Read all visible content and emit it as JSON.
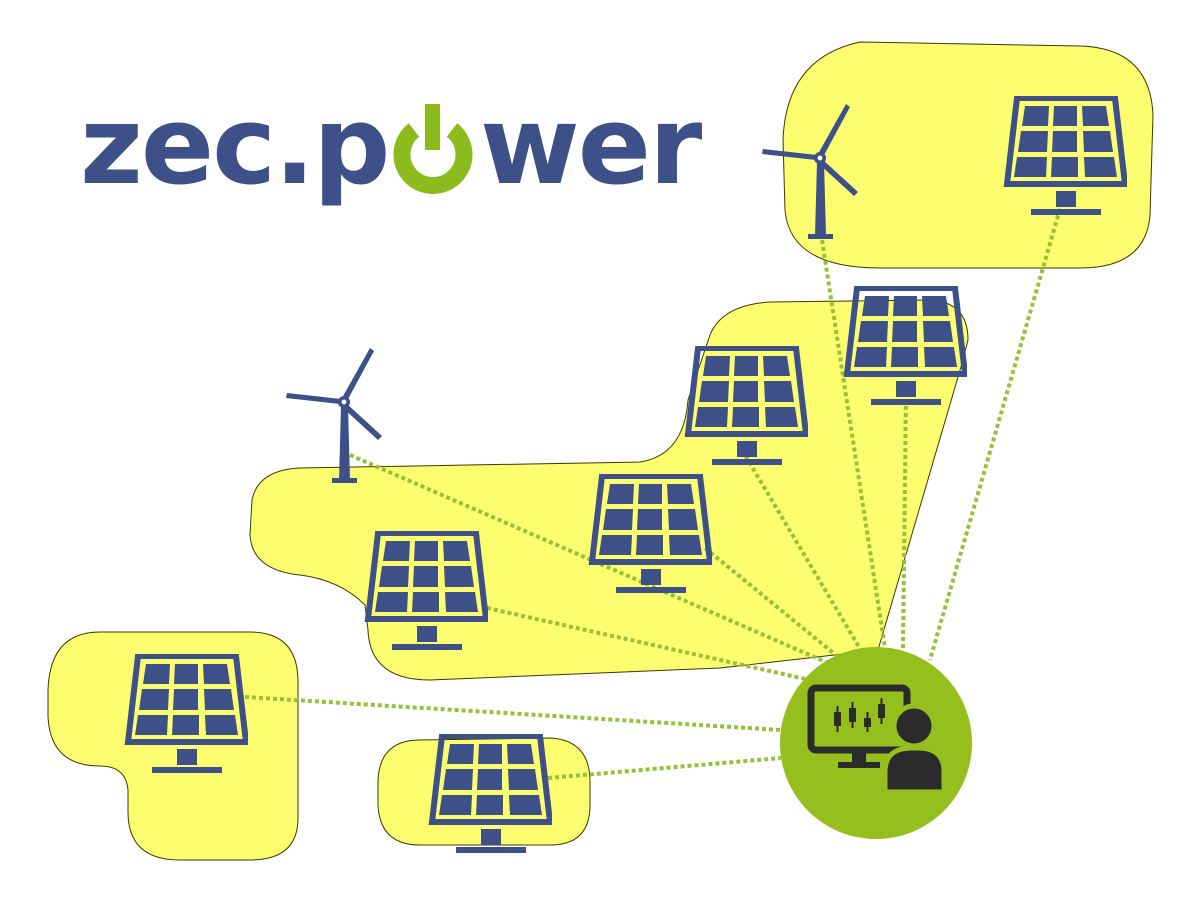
{
  "brand": {
    "name_part1": "zec.p",
    "name_part2": "wer",
    "logo_icon": "power-symbol-icon",
    "text_color": "#3d5088",
    "accent_color": "#8cbb1e"
  },
  "colors": {
    "zone_fill": "#fdfd70",
    "zone_stroke": "#3a3a00",
    "asset_color": "#3d5088",
    "link_color": "#98c13a",
    "hub_fill": "#95bf1d",
    "hub_icon_color": "#2b2b2b"
  },
  "zones": [
    {
      "name": "zone-northeast"
    },
    {
      "name": "zone-central"
    },
    {
      "name": "zone-west"
    },
    {
      "name": "zone-south"
    }
  ],
  "assets": [
    {
      "name": "wind-turbine-northeast",
      "icon": "wind-turbine-icon"
    },
    {
      "name": "solar-panel-northeast",
      "icon": "solar-panel-icon"
    },
    {
      "name": "solar-panel-central-top-right",
      "icon": "solar-panel-icon"
    },
    {
      "name": "solar-panel-central-top",
      "icon": "solar-panel-icon"
    },
    {
      "name": "wind-turbine-central",
      "icon": "wind-turbine-icon"
    },
    {
      "name": "solar-panel-central-middle",
      "icon": "solar-panel-icon"
    },
    {
      "name": "solar-panel-central-left",
      "icon": "solar-panel-icon"
    },
    {
      "name": "solar-panel-west",
      "icon": "solar-panel-icon"
    },
    {
      "name": "solar-panel-south",
      "icon": "solar-panel-icon"
    }
  ],
  "hub": {
    "name": "control-center",
    "icons": [
      "monitor-chart-icon",
      "user-icon"
    ]
  }
}
